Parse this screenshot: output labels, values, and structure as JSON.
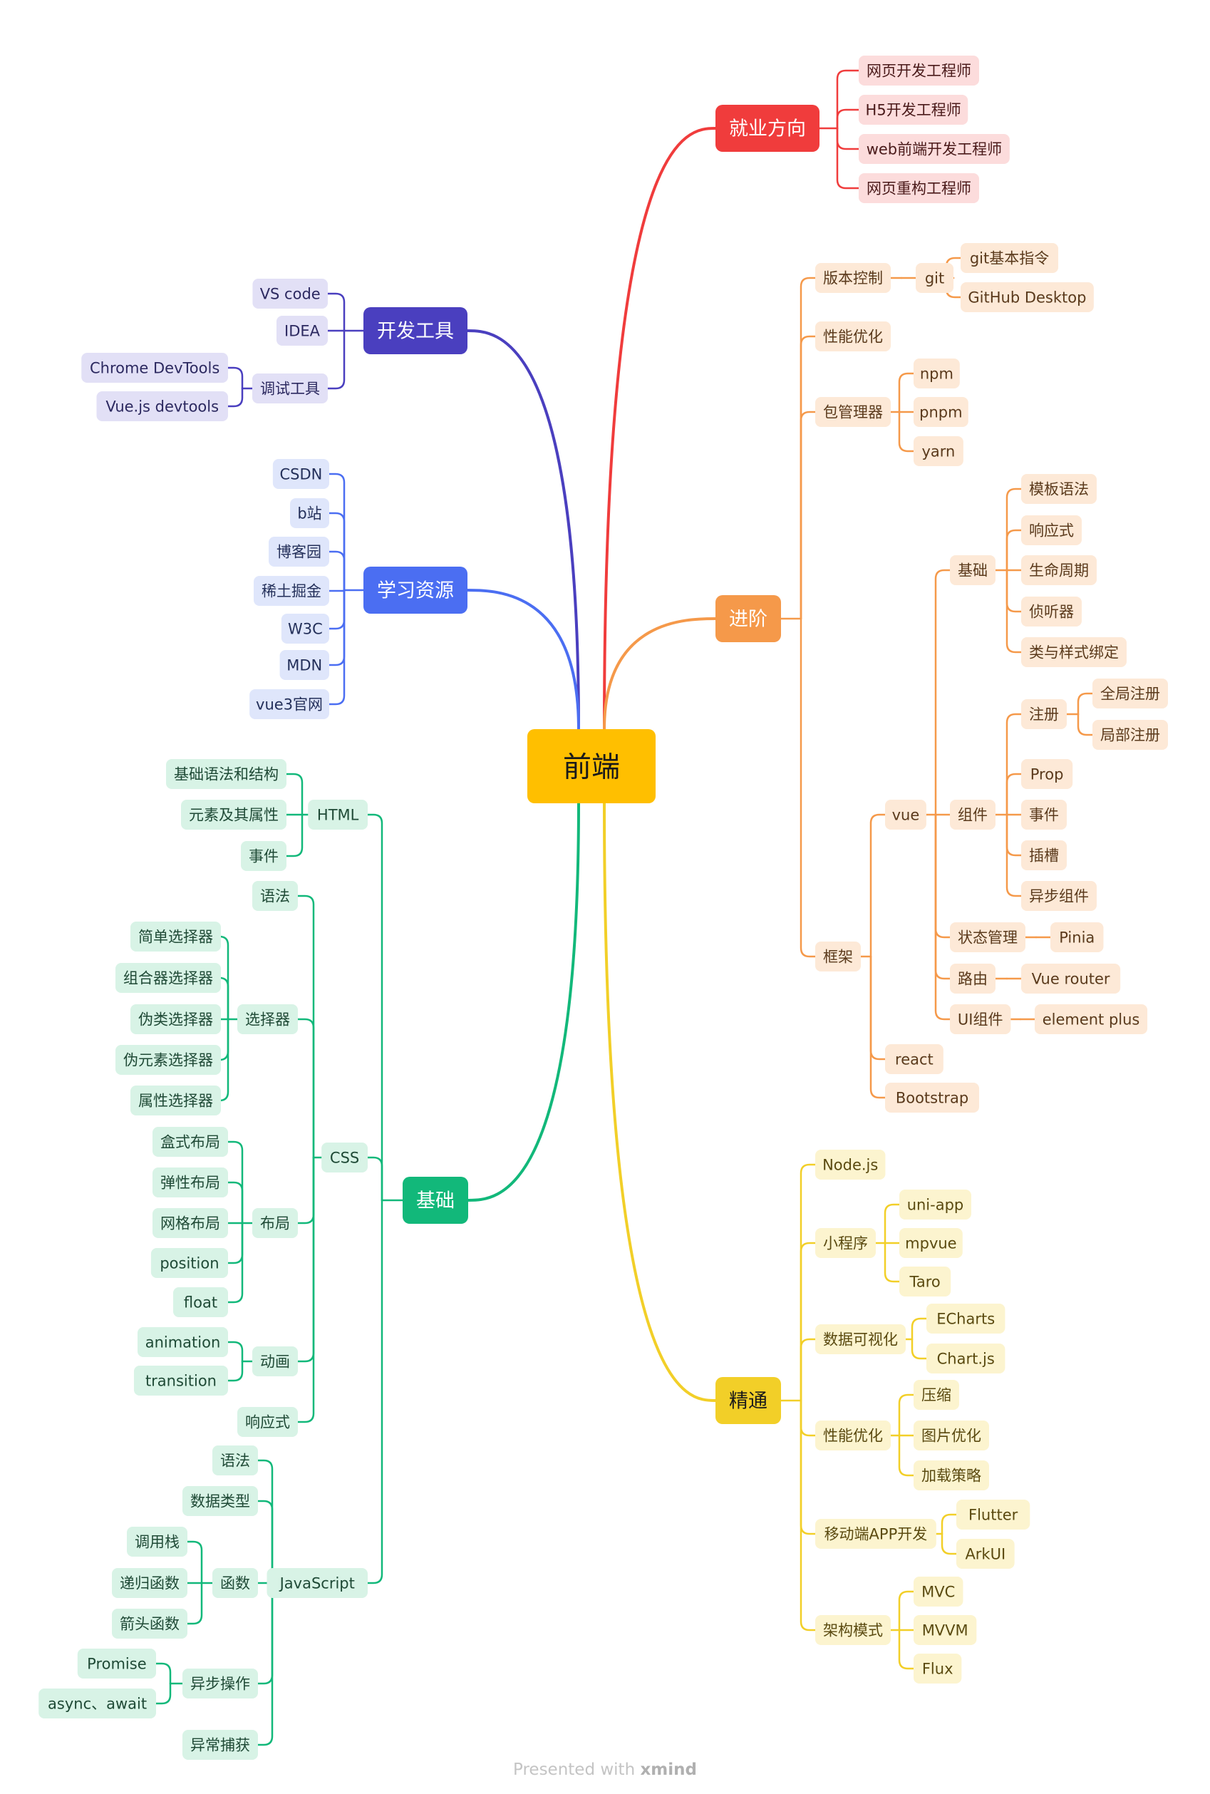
{
  "central": "前端",
  "colors": {
    "central_fill": "#ffbf00",
    "jobs": "#f03c3c",
    "jobs_leaf": "#fcdcdc",
    "tools": "#4a3fbf",
    "tools_leaf": "#e2e0f6",
    "resources": "#4b6ef2",
    "resources_leaf": "#dfe6fb",
    "basics": "#12b87a",
    "basics_leaf": "#d8f3e6",
    "advanced": "#f5994a",
    "advanced_leaf": "#fde9d7",
    "mastery": "#f2cf28",
    "mastery_leaf": "#fcf4cf"
  },
  "branches": {
    "jobs": {
      "label": "就业方向",
      "children": [
        "网页开发工程师",
        "H5开发工程师",
        "web前端开发工程师",
        "网页重构工程师"
      ]
    },
    "tools": {
      "label": "开发工具",
      "children": [
        "VS code",
        "IDEA",
        "调试工具"
      ],
      "debug_children": [
        "Chrome DevTools",
        "Vue.js devtools"
      ]
    },
    "resources": {
      "label": "学习资源",
      "children": [
        "CSDN",
        "b站",
        "博客园",
        "稀土掘金",
        "W3C",
        "MDN",
        "vue3官网"
      ]
    },
    "basics": {
      "label": "基础",
      "html": {
        "label": "HTML",
        "children": [
          "基础语法和结构",
          "元素及其属性",
          "事件"
        ]
      },
      "css": {
        "label": "CSS",
        "grammar": "语法",
        "selectors": {
          "label": "选择器",
          "children": [
            "简单选择器",
            "组合器选择器",
            "伪类选择器",
            "伪元素选择器",
            "属性选择器"
          ]
        },
        "layout": {
          "label": "布局",
          "children": [
            "盒式布局",
            "弹性布局",
            "网格布局",
            "position",
            "float"
          ]
        },
        "animation": {
          "label": "动画",
          "children": [
            "animation",
            "transition"
          ]
        },
        "responsive": "响应式"
      },
      "js": {
        "label": "JavaScript",
        "grammar": "语法",
        "types": "数据类型",
        "functions": {
          "label": "函数",
          "children": [
            "调用栈",
            "递归函数",
            "箭头函数"
          ]
        },
        "async": {
          "label": "异步操作",
          "children": [
            "Promise",
            "async、await"
          ]
        },
        "errors": "异常捕获"
      }
    },
    "advanced": {
      "label": "进阶",
      "vcs": {
        "label": "版本控制",
        "git": "git",
        "children": [
          "git基本指令",
          "GitHub Desktop"
        ]
      },
      "perf": "性能优化",
      "pkg": {
        "label": "包管理器",
        "children": [
          "npm",
          "pnpm",
          "yarn"
        ]
      },
      "framework": {
        "label": "框架",
        "vue": {
          "label": "vue",
          "basics": {
            "label": "基础",
            "children": [
              "模板语法",
              "响应式",
              "生命周期",
              "侦听器",
              "类与样式绑定"
            ]
          },
          "components": {
            "label": "组件",
            "register": {
              "label": "注册",
              "children": [
                "全局注册",
                "局部注册"
              ]
            },
            "children": [
              "Prop",
              "事件",
              "插槽",
              "异步组件"
            ]
          },
          "state": {
            "label": "状态管理",
            "child": "Pinia"
          },
          "router": {
            "label": "路由",
            "child": "Vue router"
          },
          "ui": {
            "label": "UI组件",
            "child": "element plus"
          }
        },
        "others": [
          "react",
          "Bootstrap"
        ]
      }
    },
    "mastery": {
      "label": "精通",
      "node": "Node.js",
      "mini": {
        "label": "小程序",
        "children": [
          "uni-app",
          "mpvue",
          "Taro"
        ]
      },
      "viz": {
        "label": "数据可视化",
        "children": [
          "ECharts",
          "Chart.js"
        ]
      },
      "perf": {
        "label": "性能优化",
        "children": [
          "压缩",
          "图片优化",
          "加载策略"
        ]
      },
      "mobile": {
        "label": "移动端APP开发",
        "children": [
          "Flutter",
          "ArkUI"
        ]
      },
      "arch": {
        "label": "架构模式",
        "children": [
          "MVC",
          "MVVM",
          "Flux"
        ]
      }
    }
  },
  "footer": {
    "prefix": "Presented with ",
    "brand": "xmind"
  }
}
